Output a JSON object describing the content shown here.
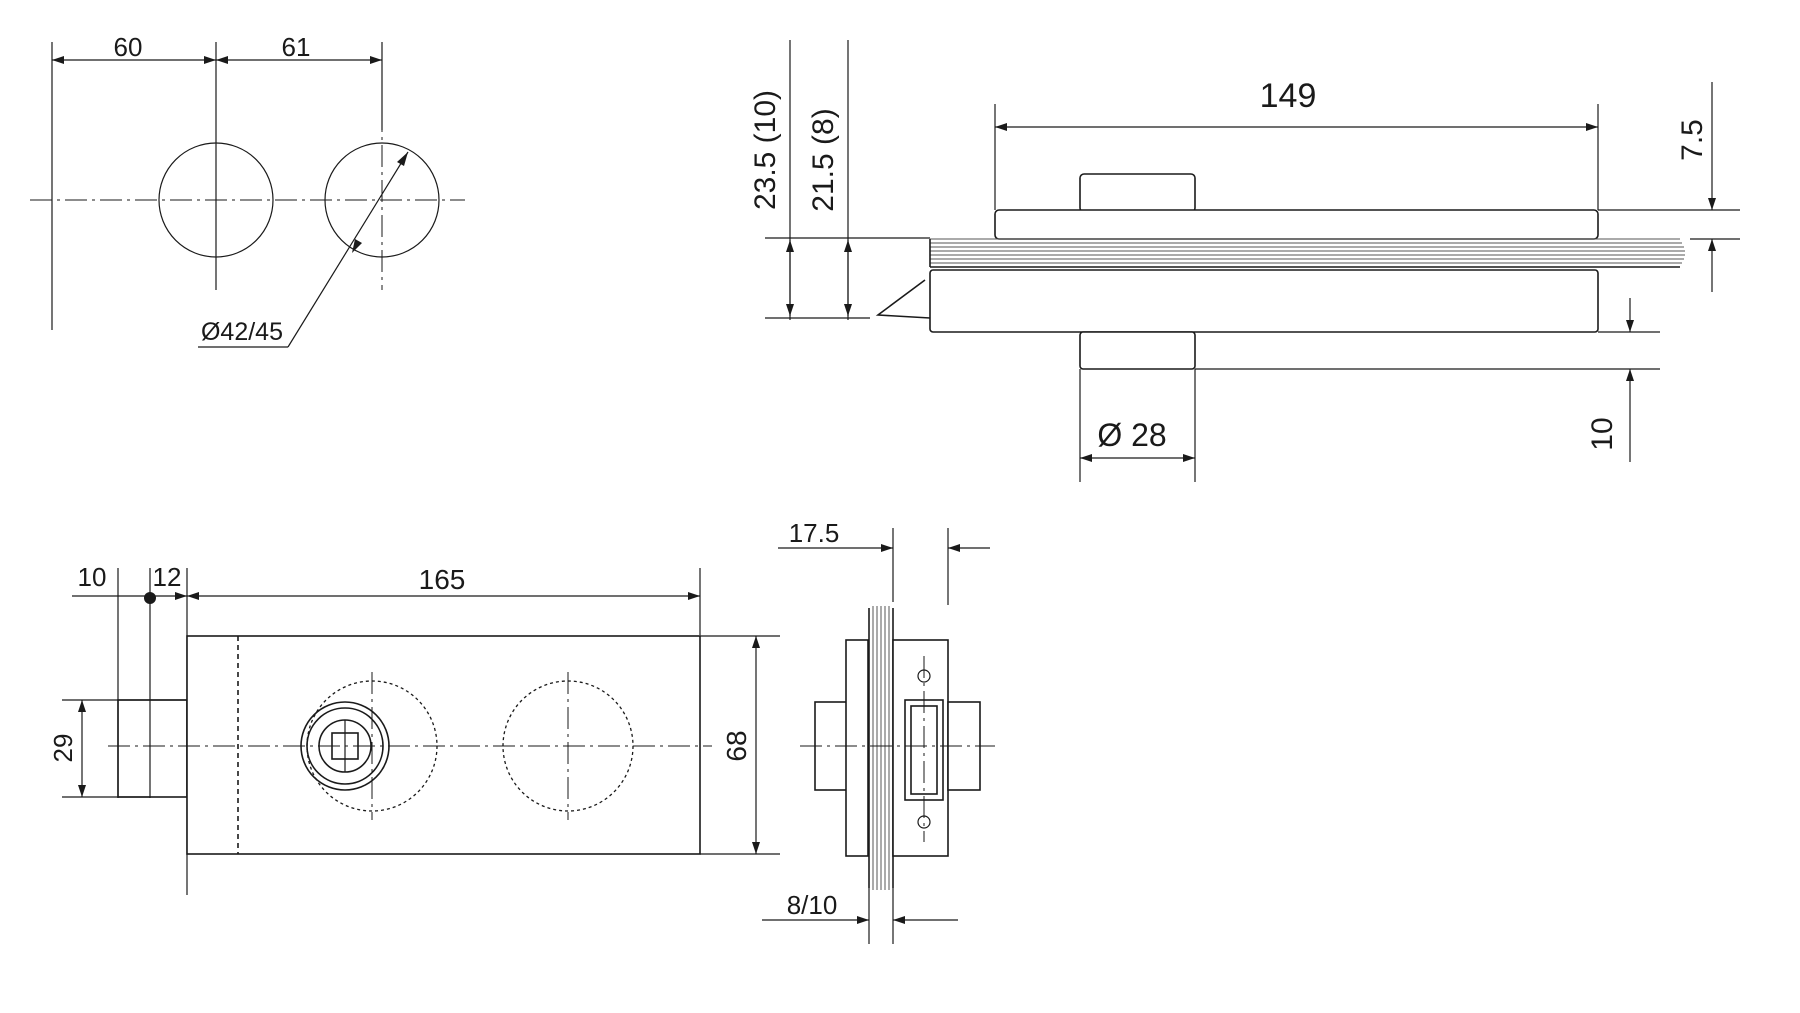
{
  "dimensions": {
    "top_left": {
      "spacing_left": "60",
      "spacing_right": "61",
      "hole_diameter": "Ø42/45"
    },
    "top_right": {
      "length": "149",
      "height_a": "23.5 (10)",
      "height_b": "21.5 (8)",
      "knob_diameter": "Ø 28",
      "top_offset": "7.5",
      "bottom_offset": "10"
    },
    "bottom_left": {
      "offset_a": "10",
      "offset_b": "12",
      "length": "165",
      "flange_height": "29",
      "body_height": "68"
    },
    "bottom_right": {
      "width": "17.5",
      "glass_thickness": "8/10"
    }
  },
  "colors": {
    "line": "#1a1a1a",
    "background": "#ffffff"
  }
}
